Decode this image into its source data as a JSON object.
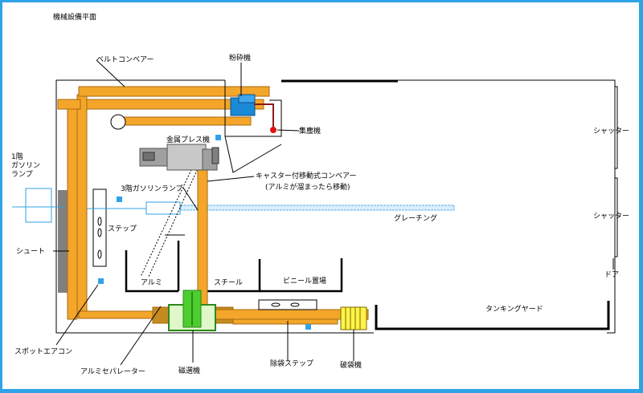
{
  "title": "機械設備平面",
  "labels": {
    "belt_conveyor": "ベルトコンベアー",
    "sorting_machine": "粉砕機",
    "collector": "集塵機",
    "ramp_1f": [
      "1階",
      "ガソリン",
      "ランプ"
    ],
    "metal_press": "金属プレス機",
    "caster_conveyor": "キャスター付移動式コンベアー",
    "caster_note": "(アルミが溜まったら移動)",
    "ramp_3f": "3階ガソリンランプ",
    "step": "ステップ",
    "chute": "シュート",
    "pit_aluminum": "アルミ",
    "pit_steel": "スチール",
    "pit_plastic": "ビニール置場",
    "grating": "グレーチング",
    "shutter_1": "シャッター",
    "shutter_2": "シャッター",
    "door": "ドア",
    "tanking_yard": "タンキングヤード",
    "spot_aircon": "スポットエアコン",
    "aluminum_separator": "アルミセパレーター",
    "magnet_machine": "磁選機",
    "bag_step": "除袋ステップ",
    "bag_breaker": "破袋機"
  },
  "colors": {
    "frame": "#2fa3e6",
    "conveyor": "#f4a62a",
    "conveyor_dark": "#c58a20",
    "conveyor_edge": "#a86a10",
    "blue_machine": "#1b8ad6",
    "grating": "#55aeea",
    "green_machine": "#4cce2e",
    "yellow_machine": "#fff34a",
    "chute": "#808080",
    "press": "#a0a0a0"
  }
}
